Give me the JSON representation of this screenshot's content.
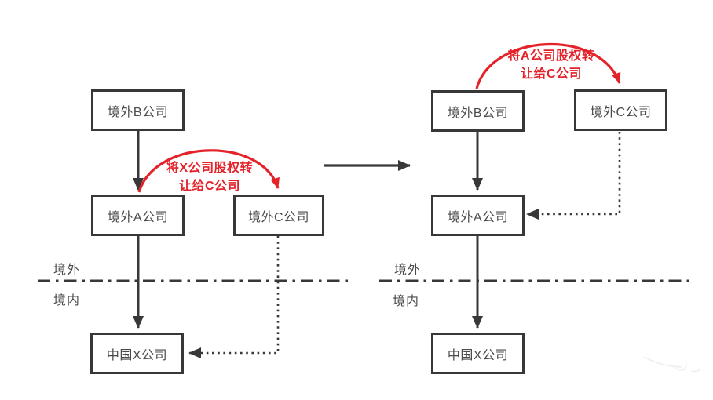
{
  "colors": {
    "accent_red": "#e42229",
    "line": "#383838",
    "box_text": "#4a4a4a"
  },
  "left_diagram": {
    "box_b": "境外B公司",
    "box_a": "境外A公司",
    "box_c": "境外C公司",
    "box_x": "中国X公司",
    "note_line1": "将X公司股权转",
    "note_line2": "让给C公司",
    "region_above": "境外",
    "region_below": "境内"
  },
  "right_diagram": {
    "box_b": "境外B公司",
    "box_c": "境外C公司",
    "box_a": "境外A公司",
    "box_x": "中国X公司",
    "note_line1": "将A公司股权转",
    "note_line2": "让给C公司",
    "region_above": "境外",
    "region_below": "境内"
  }
}
